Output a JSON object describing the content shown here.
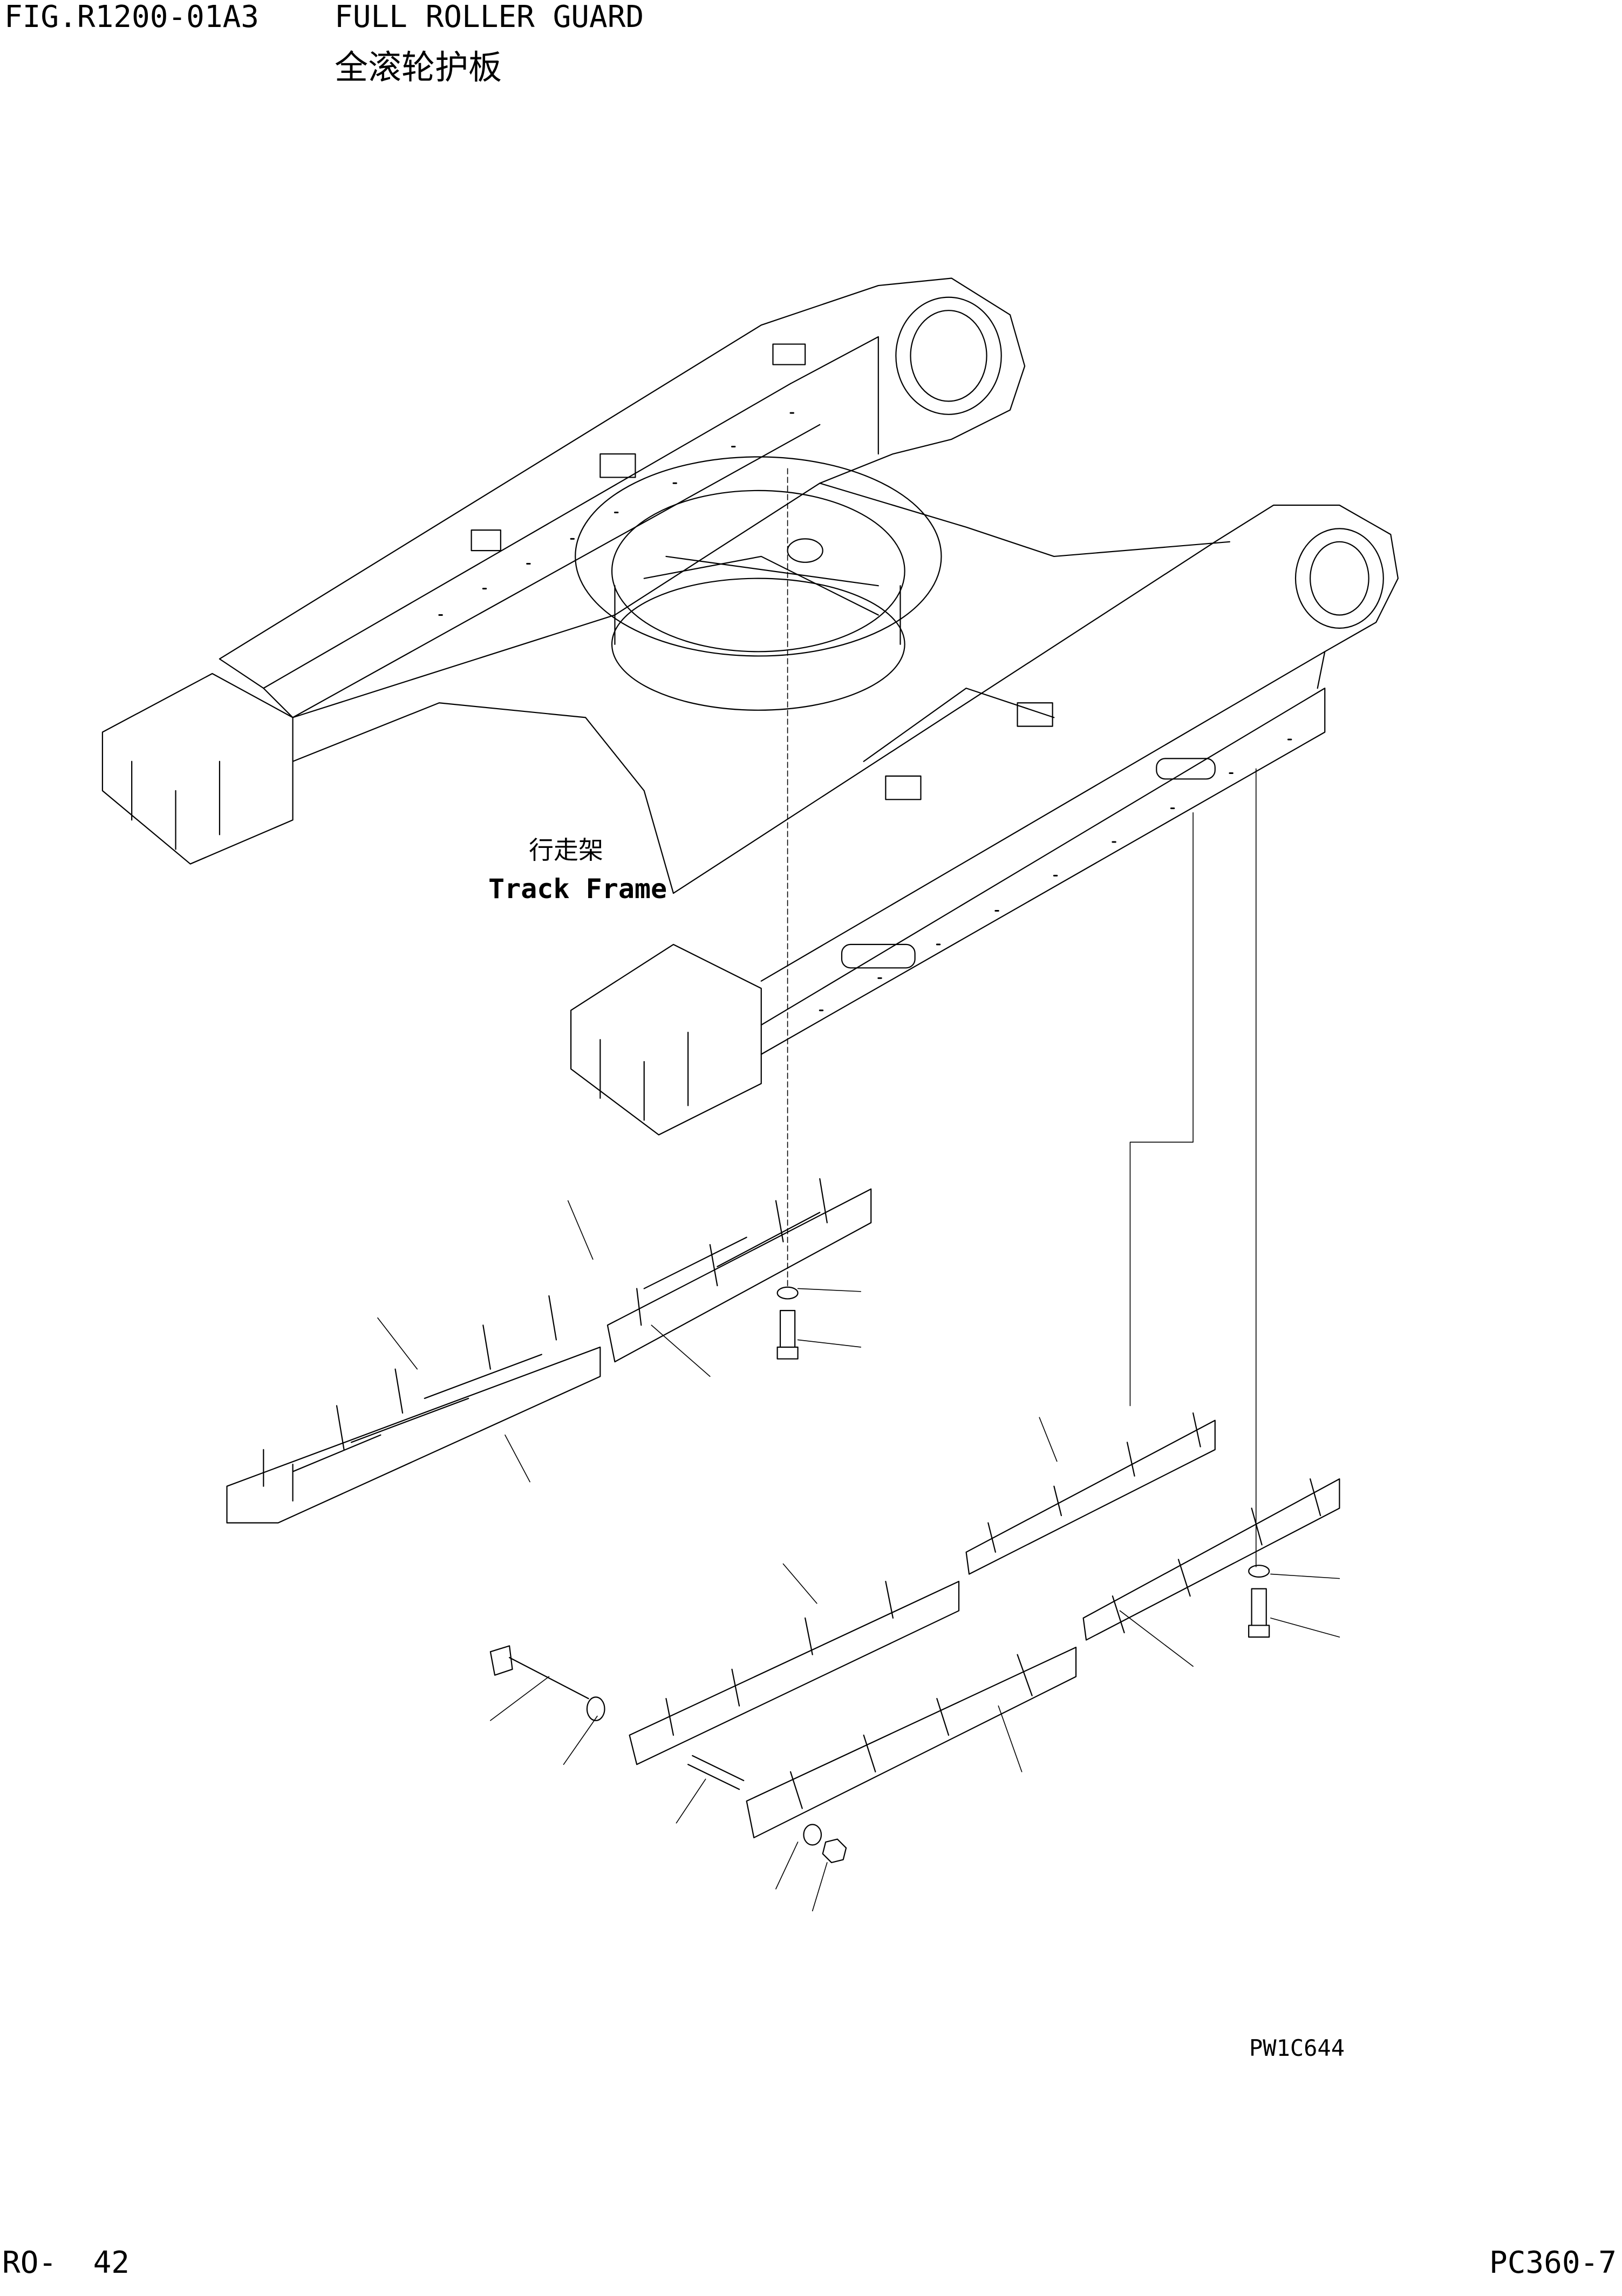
{
  "header": {
    "figure_code": "FIG.R1200-01A3",
    "title_en": "FULL ROLLER GUARD",
    "title_cn": "全滚轮护板"
  },
  "drawing": {
    "frame_label_cn": "行走架",
    "frame_label_en": "Track Frame",
    "reference_code": "PW1C644"
  },
  "footer": {
    "page_number": "RO-  42",
    "model": "PC360-7"
  }
}
